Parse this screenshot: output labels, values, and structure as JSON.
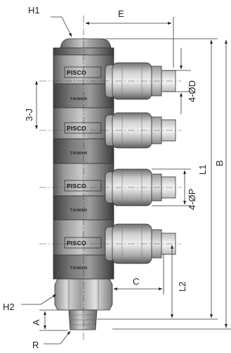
{
  "labels": {
    "h1": "H1",
    "e": "E",
    "d": "4-ØD",
    "j": "3-J",
    "l1": "L1",
    "b": "B",
    "p": "4-ØP",
    "c": "C",
    "l2": "L2",
    "h2": "H2",
    "a": "A",
    "r": "R"
  },
  "branding": {
    "logo": "PISCO",
    "origin": "TAIWAN"
  },
  "modules": [
    {
      "logo": "PISCO",
      "origin": "TAIWAN"
    },
    {
      "logo": "PISCO",
      "origin": "TAIWAN"
    },
    {
      "logo": "PISCO",
      "origin": "TAIWAN"
    },
    {
      "logo": "PISCO",
      "origin": "TAIWAN"
    }
  ]
}
